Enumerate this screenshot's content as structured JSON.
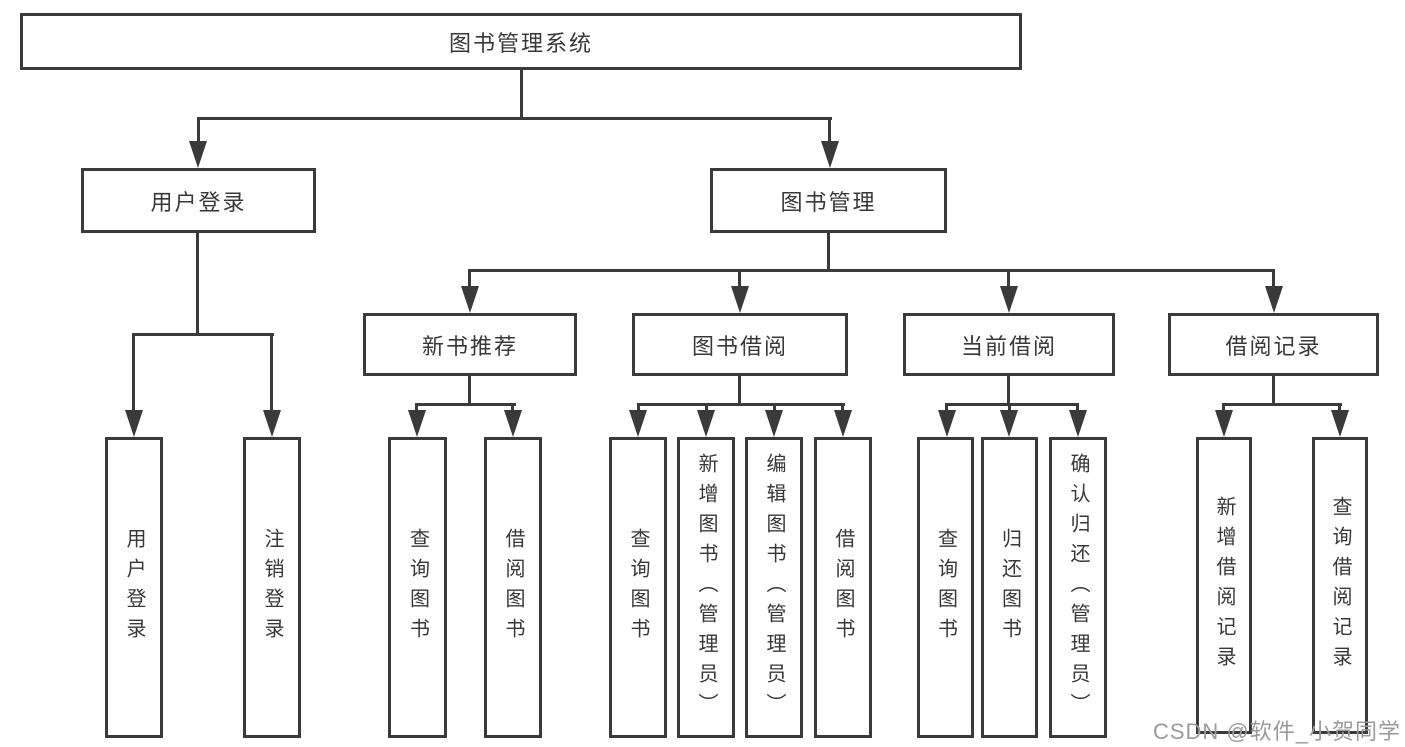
{
  "tree": {
    "label": "图书管理系统",
    "children": [
      {
        "label": "用户登录",
        "children": [
          {
            "label": "用户登录"
          },
          {
            "label": "注销登录"
          }
        ]
      },
      {
        "label": "图书管理",
        "children": [
          {
            "label": "新书推荐",
            "children": [
              {
                "label": "查询图书"
              },
              {
                "label": "借阅图书"
              }
            ]
          },
          {
            "label": "图书借阅",
            "children": [
              {
                "label": "查询图书"
              },
              {
                "label": "新增图书（管理员）"
              },
              {
                "label": "编辑图书（管理员）"
              },
              {
                "label": "借阅图书"
              }
            ]
          },
          {
            "label": "当前借阅",
            "children": [
              {
                "label": "查询图书"
              },
              {
                "label": "归还图书"
              },
              {
                "label": "确认归还（管理员）"
              }
            ]
          },
          {
            "label": "借阅记录",
            "children": [
              {
                "label": "新增借阅记录"
              },
              {
                "label": "查询借阅记录"
              }
            ]
          }
        ]
      }
    ]
  },
  "watermark": "CSDN @软件_小贺同学",
  "colors": {
    "line": "#3a3a3a",
    "text": "#383838",
    "box_background": "#ffffff",
    "watermark": "#9a9a9a"
  }
}
